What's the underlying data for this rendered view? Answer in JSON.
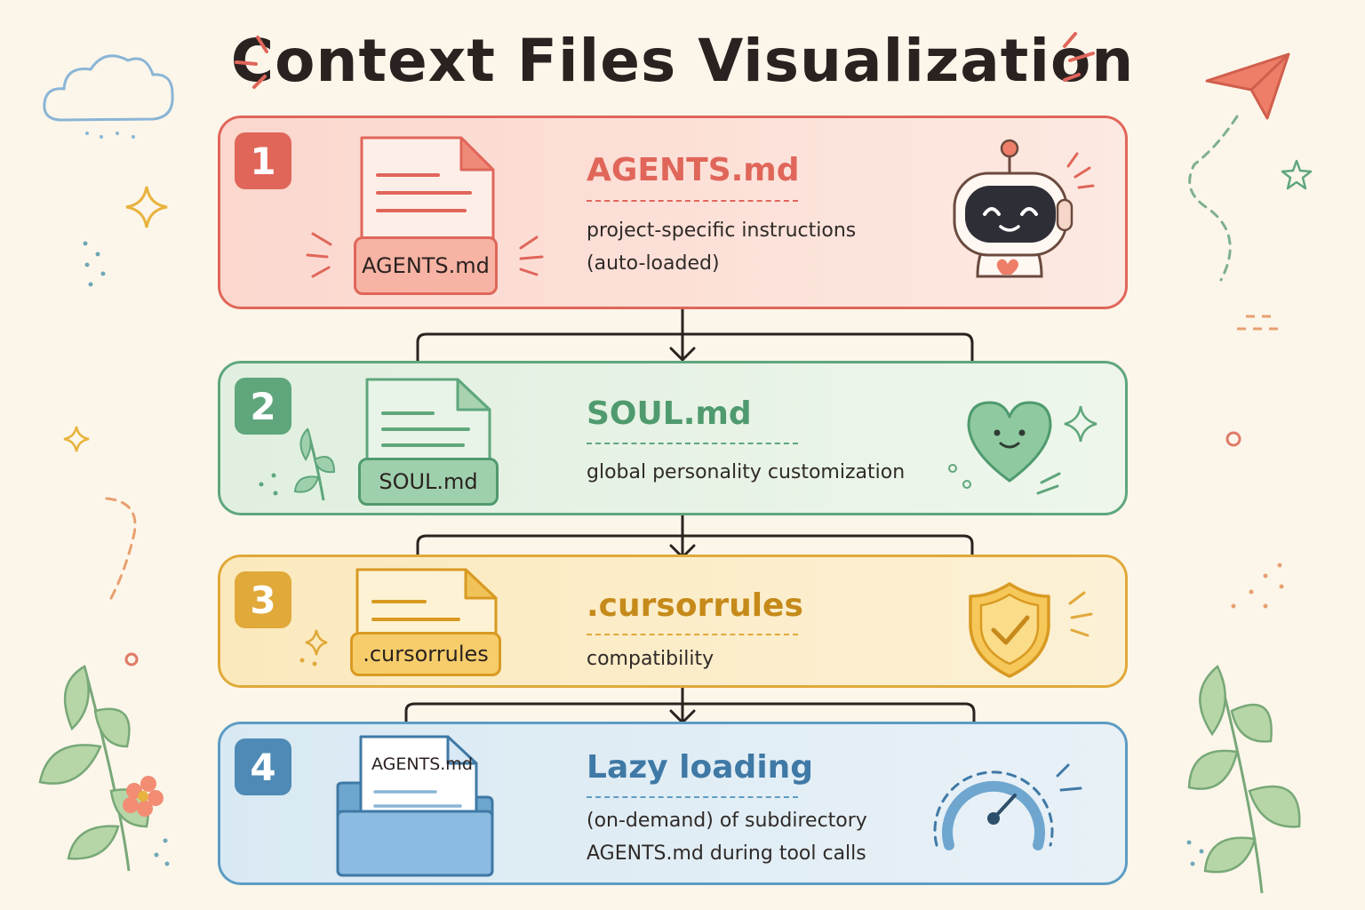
{
  "title": "Context Files Visualization",
  "colors": {
    "background": "#fcf6ea",
    "red": "#e0665a",
    "green": "#5fa67c",
    "yellow": "#e0a93a",
    "blue": "#4e8ab5"
  },
  "steps": [
    {
      "number": "1",
      "heading": "AGENTS.md",
      "file_label": "AGENTS.md",
      "desc": [
        "project-specific instructions",
        "(auto-loaded)"
      ],
      "icon": "robot-icon"
    },
    {
      "number": "2",
      "heading": "SOUL.md",
      "file_label": "SOUL.md",
      "desc": [
        "global personality customization"
      ],
      "icon": "smiling-heart-icon"
    },
    {
      "number": "3",
      "heading": ".cursorrules",
      "file_label": ".cursorrules",
      "desc": [
        "compatibility"
      ],
      "icon": "shield-check-icon"
    },
    {
      "number": "4",
      "heading": "Lazy loading",
      "file_label": "AGENTS.md",
      "desc": [
        "(on-demand) of subdirectory",
        "AGENTS.md during tool calls"
      ],
      "icon": "speedometer-icon"
    }
  ]
}
